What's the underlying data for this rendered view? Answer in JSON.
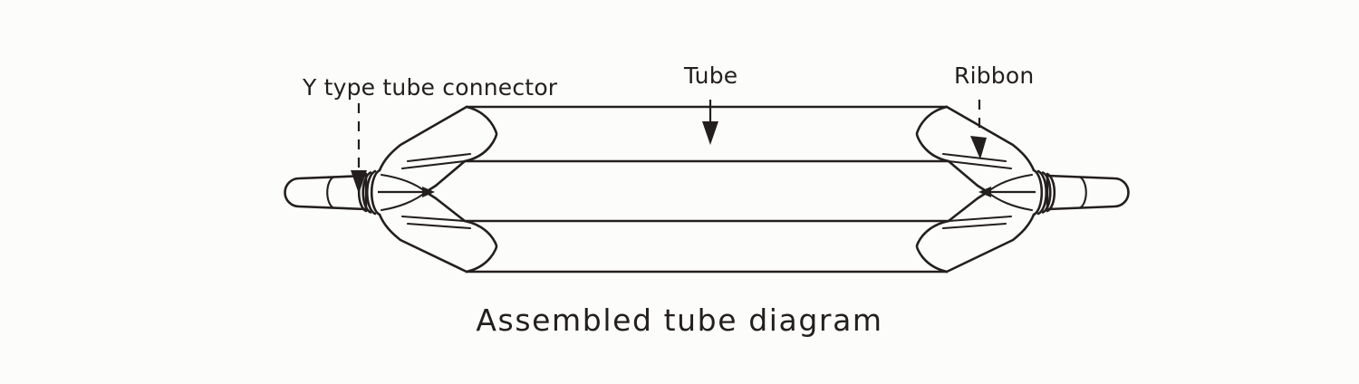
{
  "figure": {
    "caption": "Assembled tube diagram",
    "background_color": "#fcfcfb",
    "line_color": "#231f1e"
  },
  "annotations": [
    {
      "id": "y-type-tube-connector",
      "label": "Y type tube connector",
      "leader_style": "dashed",
      "arrow_direction": "down",
      "points_to": "left connector stem"
    },
    {
      "id": "tube",
      "label": "Tube",
      "leader_style": "solid",
      "arrow_direction": "down",
      "points_to": "upper tube body"
    },
    {
      "id": "ribbon",
      "label": "Ribbon",
      "leader_style": "dashed",
      "arrow_direction": "down",
      "points_to": "ribbon band on right upper arm"
    }
  ],
  "parts": [
    {
      "id": "left-stem",
      "name": "Y type tube connector stem (left)"
    },
    {
      "id": "left-collar",
      "name": "ribbed collar (left)"
    },
    {
      "id": "left-fork",
      "name": "Y fork body (left)"
    },
    {
      "id": "upper-tube",
      "name": "upper tube"
    },
    {
      "id": "lower-tube",
      "name": "lower tube"
    },
    {
      "id": "right-fork",
      "name": "Y fork body (right)"
    },
    {
      "id": "right-collar",
      "name": "ribbed collar (right)"
    },
    {
      "id": "right-stem",
      "name": "Y type tube connector stem (right)"
    },
    {
      "id": "ribbon-band-left-upper",
      "name": "ribbon band left upper arm"
    },
    {
      "id": "ribbon-band-left-lower",
      "name": "ribbon band left lower arm"
    },
    {
      "id": "ribbon-band-right-upper",
      "name": "ribbon band right upper arm"
    },
    {
      "id": "ribbon-band-right-lower",
      "name": "ribbon band right lower arm"
    }
  ]
}
